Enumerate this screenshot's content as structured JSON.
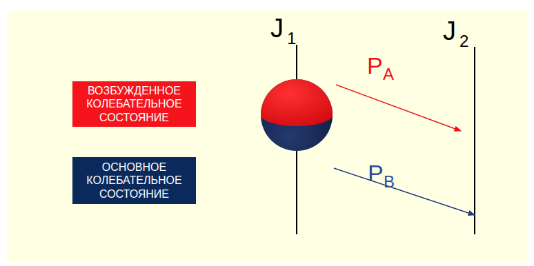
{
  "diagram": {
    "nodes": [
      {
        "text": [
          "ВОЗБУЖДЕННОЕ КОЛЕБАТЕЛЬНОЕ СОСТОЯНИЕ"
        ]
      },
      {
        "text": [
          "ОСНОВНОЕ КОЛЕБАТЕЛЬНОЕ СОСТОЯНИЕ"
        ]
      }
    ],
    "labels": [
      "J",
      "1",
      "J",
      "2",
      "P",
      "A",
      "P",
      "B"
    ]
  }
}
